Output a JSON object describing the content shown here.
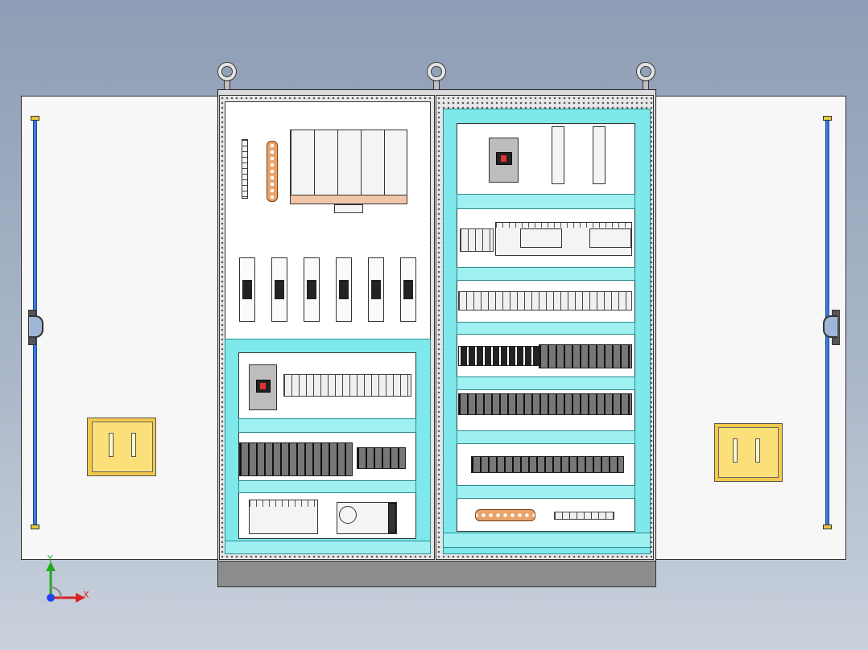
{
  "scene": {
    "description_type": "electrical-cabinet-cad-view",
    "colors": {
      "background_top": "#8e9db5",
      "door": "#f7f7f7",
      "mounting_plate": "#ffffff",
      "cable_duct": "#7fe8ea",
      "door_handle": "#3b7be0",
      "document_pocket": "#f2c94c",
      "copper_busbar": "#e9a36a"
    },
    "icons": [
      "lifting-eye-icon",
      "door-handle-icon",
      "document-pocket-icon",
      "axis-triad-icon"
    ]
  },
  "axis": {
    "x_label": "X",
    "y_label": "Y"
  }
}
